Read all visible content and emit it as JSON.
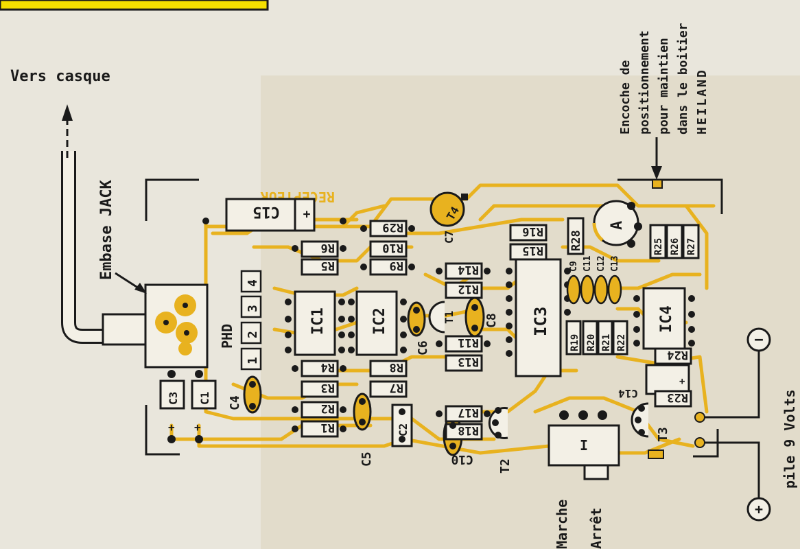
{
  "colors": {
    "paper": "#e9e6dc",
    "board": "#e2dccb",
    "copper": "#e8b21f",
    "ink": "#1a1a1a",
    "component_fill": "#f3f0e6",
    "yellow_tab": "#f5e000"
  },
  "labels": {
    "vers_casque": "Vers casque",
    "embase_jack": "Embase JACK",
    "recepteur": "RECEPTEUR",
    "phd": "PHD",
    "encoche_lines": [
      "Encoche de",
      "positionnement",
      "pour maintien",
      "dans le boitier",
      "HEILAND"
    ],
    "pile": "pile 9 Volts",
    "marche": "Marche",
    "arret": "Arrêt",
    "switch_mark": "I",
    "plus": "+",
    "minus": "−",
    "A": "A"
  },
  "components": {
    "C15": "C15",
    "C3": "C3",
    "C1": "C1",
    "C4": "C4",
    "C5": "C5",
    "C2": "C2",
    "C6": "C6",
    "C7": "C7",
    "C8": "C8",
    "C9": "C9",
    "C10": "C10",
    "C11": "C11",
    "C12": "C12",
    "C13": "C13",
    "C14": "C14",
    "IC1": "IC1",
    "IC2": "IC2",
    "IC3": "IC3",
    "IC4": "IC4",
    "R1": "R1",
    "R2": "R2",
    "R3": "R3",
    "R4": "R4",
    "R5": "R5",
    "R6": "R6",
    "R7": "R7",
    "R8": "R8",
    "R9": "R9",
    "R10": "R10",
    "R11": "R11",
    "R12": "R12",
    "R13": "R13",
    "R14": "R14",
    "R15": "R15",
    "R16": "R16",
    "R17": "R17",
    "R18": "R18",
    "R19": "R19",
    "R20": "R20",
    "R21": "R21",
    "R22": "R22",
    "R23": "R23",
    "R24": "R24",
    "R25": "R25",
    "R26": "R26",
    "R27": "R27",
    "R28": "R28",
    "R29": "R29",
    "T1": "T1",
    "T2": "T2",
    "T3": "T3",
    "T4": "T4",
    "phd_pins": [
      "1",
      "2",
      "3",
      "4"
    ]
  }
}
